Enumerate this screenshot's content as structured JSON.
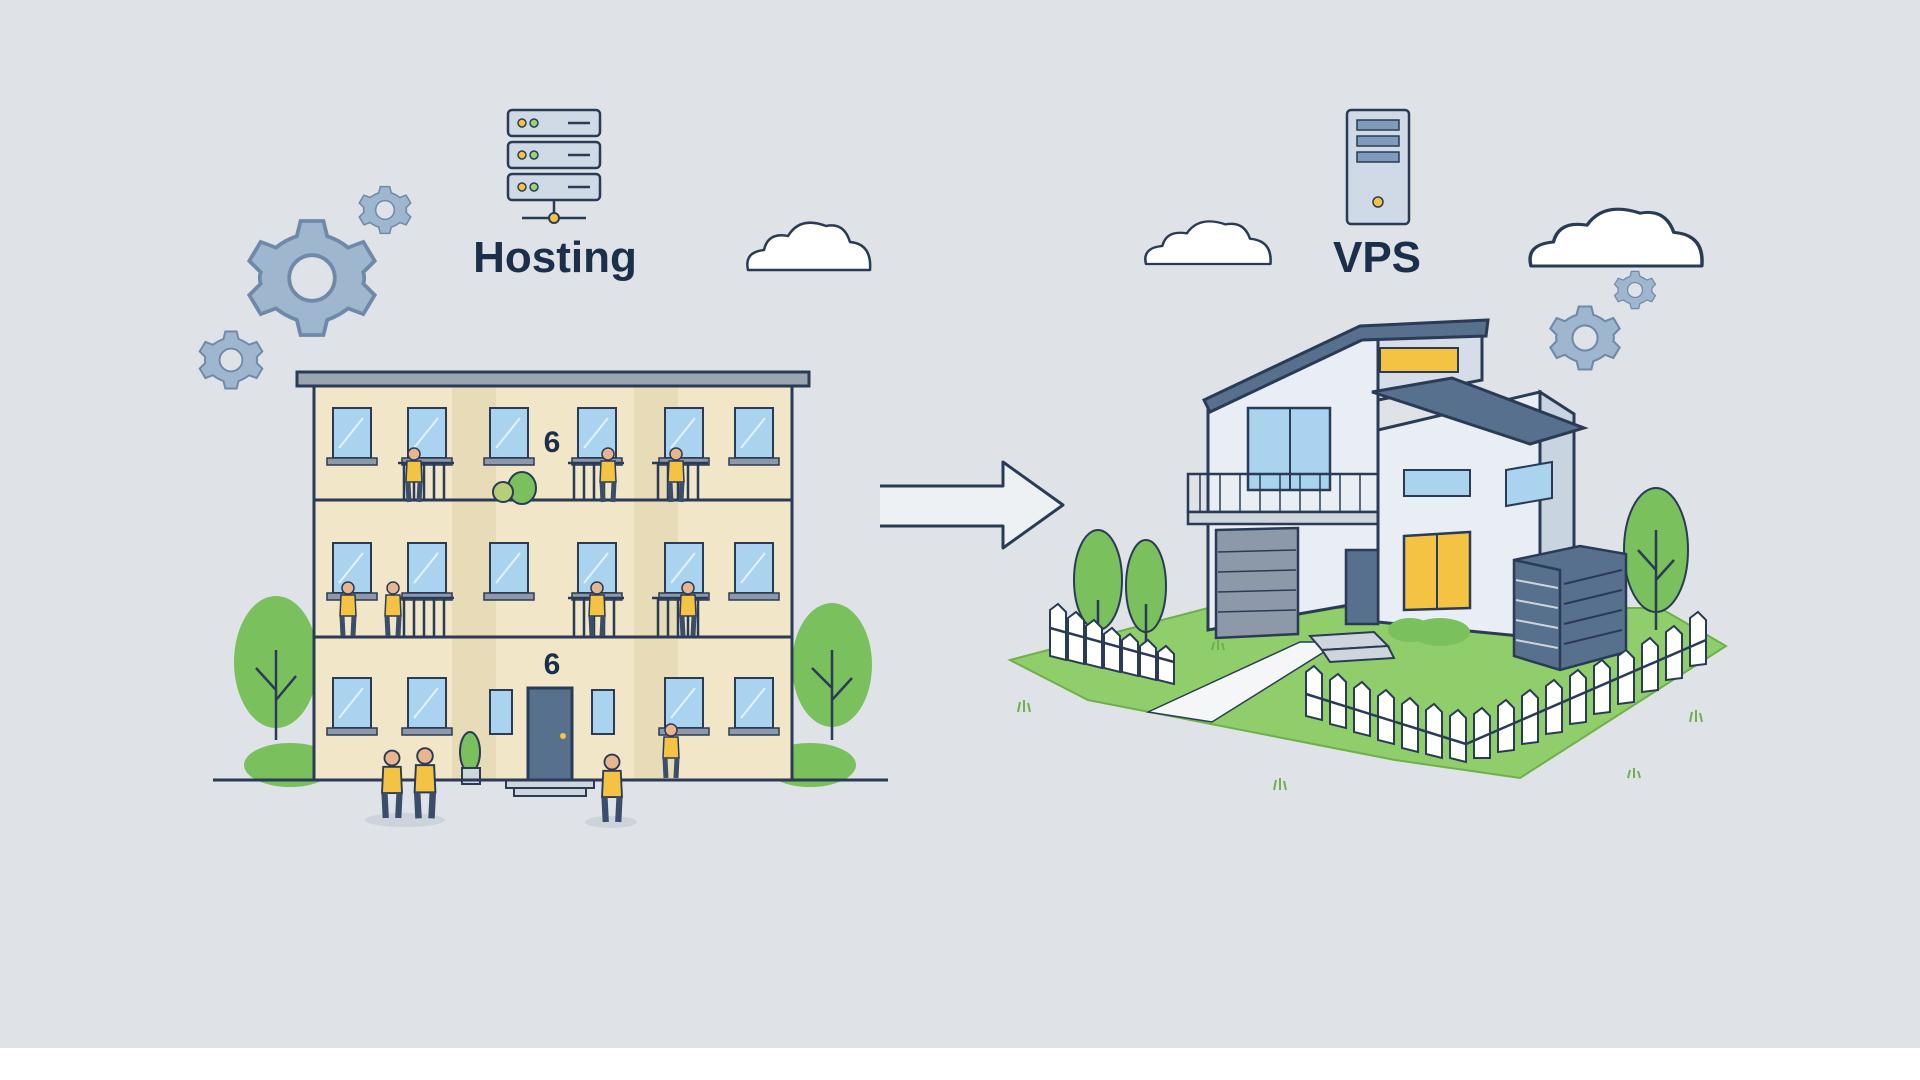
{
  "labels": {
    "hosting": "Hosting",
    "vps": "VPS",
    "unit_upper": "6",
    "unit_lower": "6"
  },
  "icons": {
    "hosting_server": "server-rack-icon",
    "vps_server": "tower-server-icon",
    "gears": "gear-icon",
    "clouds": "cloud-icon",
    "arrow": "arrow-right-icon"
  },
  "colors": {
    "background": "#dfe3e8",
    "outline": "#2a3b55",
    "building_wall": "#f1e6c8",
    "window_glass": "#a9d3ee",
    "gear": "#9fb6cf",
    "tree_green": "#7ac05c",
    "lawn_green": "#8fce6b",
    "accent_yellow": "#f5c343",
    "house_roof": "#56708e",
    "house_wall": "#e9eef5"
  }
}
